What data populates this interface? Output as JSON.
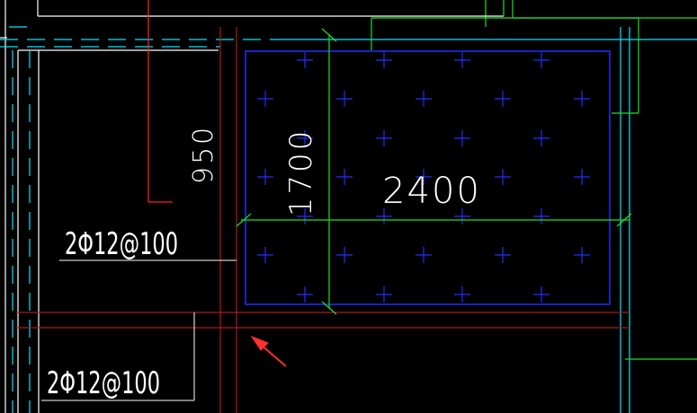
{
  "drawing": {
    "background": "#000000",
    "colors": {
      "white": "#ffffff",
      "cyan": "#00ffff",
      "red": "#ff2020",
      "dark_red": "#a01010",
      "green": "#20e020",
      "blue": "#2030ff"
    },
    "dimensions": {
      "dim_950": "950",
      "dim_1700": "1700",
      "dim_2400": "2400"
    },
    "rebar_labels": {
      "upper": "2Φ12@100",
      "lower": "2Φ12@100"
    },
    "annotation": {
      "arrow_color": "#ff3030",
      "arrow_icon": "arrow-pointer-icon"
    }
  }
}
